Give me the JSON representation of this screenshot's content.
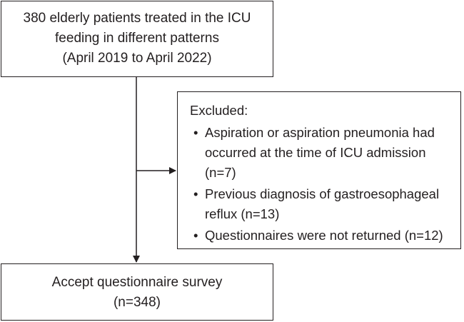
{
  "top_box": {
    "line1": "380 elderly patients treated in the ICU",
    "line2": "feeding in different patterns",
    "line3": "(April 2019 to April 2022)"
  },
  "excluded_box": {
    "heading": "Excluded:",
    "items": [
      {
        "bullet": "•",
        "text": "Aspiration or aspiration pneumonia had occurred at the time of ICU admission (n=7)"
      },
      {
        "bullet": "•",
        "text": "Previous diagnosis of gastroesophageal reflux (n=13)"
      },
      {
        "bullet": "•",
        "text": "Questionnaires were not returned (n=12)"
      }
    ]
  },
  "bottom_box": {
    "line1": "Accept questionnaire survey",
    "line2": "(n=348)"
  },
  "colors": {
    "line": "#231f20",
    "text": "#231f20",
    "background": "#ffffff"
  }
}
